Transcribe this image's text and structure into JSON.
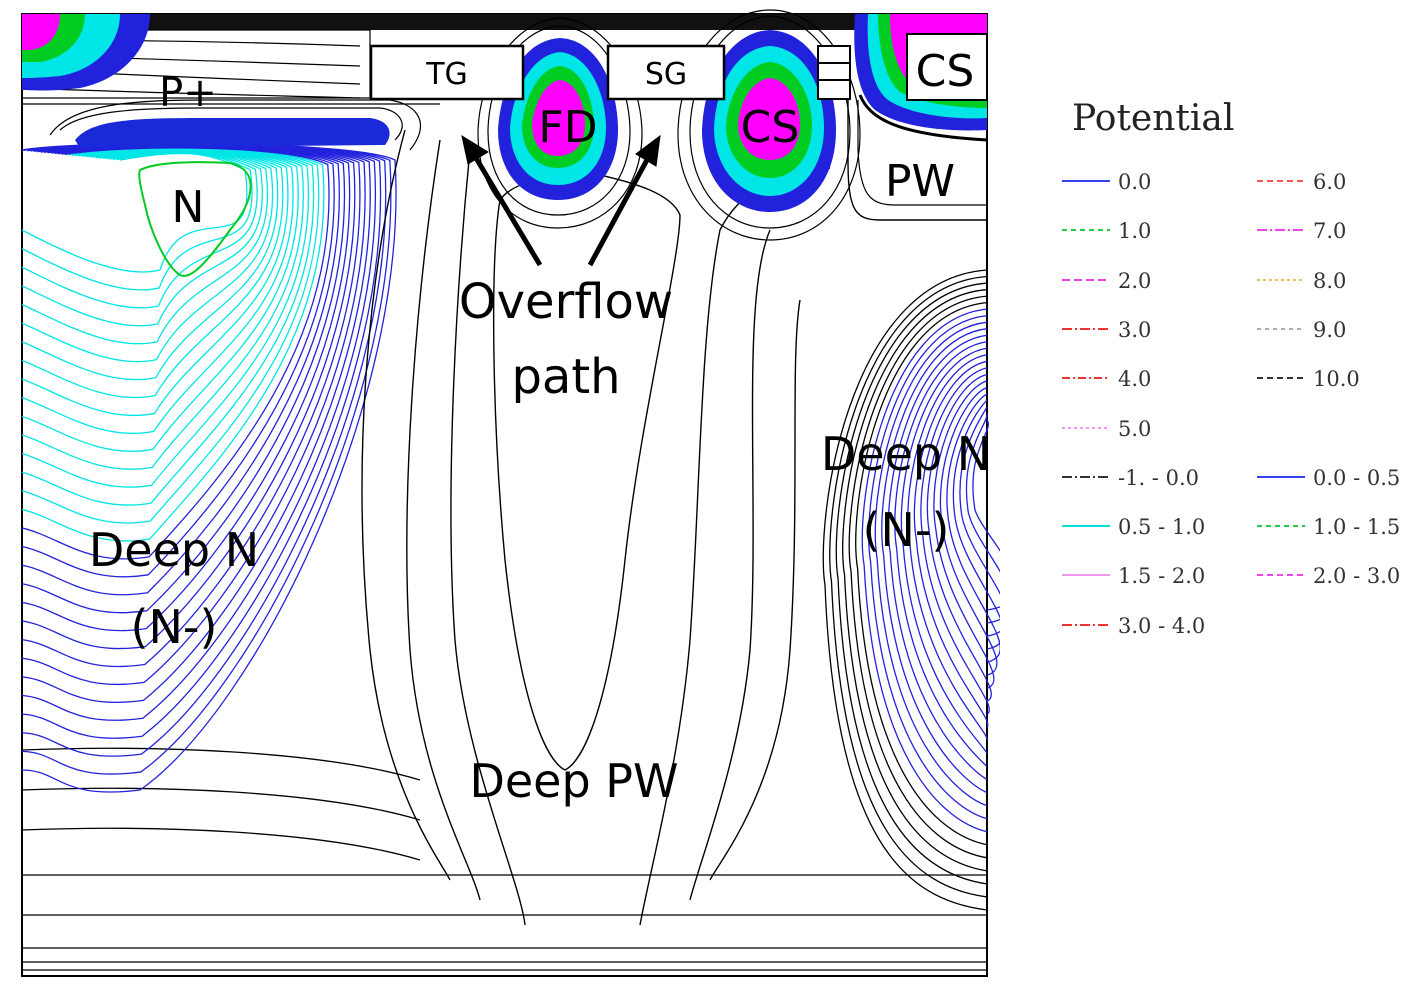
{
  "figure": {
    "region_labels": {
      "p_plus": "P+",
      "tg": "TG",
      "sg": "SG",
      "fd": "FD",
      "cs_mid": "CS",
      "cs_right": "CS",
      "n": "N",
      "pw": "PW",
      "overflow_line1": "Overflow",
      "overflow_line2": "path",
      "deep_n_left_line1": "Deep N",
      "deep_n_left_line2": "(N-)",
      "deep_n_right_line1": "Deep N",
      "deep_n_right_line2": "(N-)",
      "deep_pw": "Deep PW"
    },
    "contour_colors": {
      "blue": "#2222dd",
      "cyan": "#00e5e5",
      "green": "#00cc22",
      "magenta": "#ff00ff",
      "black": "#000000"
    }
  },
  "legend": {
    "title": "Potential",
    "items": [
      {
        "label": "0.0",
        "color": "#3344ee",
        "dash": ""
      },
      {
        "label": "6.0",
        "color": "#ff5555",
        "dash": "6,4"
      },
      {
        "label": "1.0",
        "color": "#22cc44",
        "dash": "5,4"
      },
      {
        "label": "7.0",
        "color": "#ee44ee",
        "dash": "10,3,2,3"
      },
      {
        "label": "2.0",
        "color": "#ee44ee",
        "dash": "8,4"
      },
      {
        "label": "8.0",
        "color": "#e8c060",
        "dash": "3,3"
      },
      {
        "label": "3.0",
        "color": "#ee3333",
        "dash": "10,3,2,3"
      },
      {
        "label": "9.0",
        "color": "#aaaaaa",
        "dash": "4,4"
      },
      {
        "label": "4.0",
        "color": "#ee3333",
        "dash": "8,3,2,3"
      },
      {
        "label": "10.0",
        "color": "#333333",
        "dash": "6,4"
      },
      {
        "label": "5.0",
        "color": "#ee99ee",
        "dash": "3,3"
      },
      {
        "label": "-1. - 0.0",
        "color": "#333333",
        "dash": "10,3,2,3"
      },
      {
        "label": "0.0 - 0.5",
        "color": "#3344ee",
        "dash": ""
      },
      {
        "label": "0.5 - 1.0",
        "color": "#00dddd",
        "dash": ""
      },
      {
        "label": "1.0 - 1.5",
        "color": "#22cc44",
        "dash": "5,4"
      },
      {
        "label": "1.5 - 2.0",
        "color": "#ee99ee",
        "dash": ""
      },
      {
        "label": "2.0 - 3.0",
        "color": "#ee44ee",
        "dash": "6,4"
      },
      {
        "label": "3.0 - 4.0",
        "color": "#ee3333",
        "dash": "10,3,2,3"
      }
    ]
  }
}
